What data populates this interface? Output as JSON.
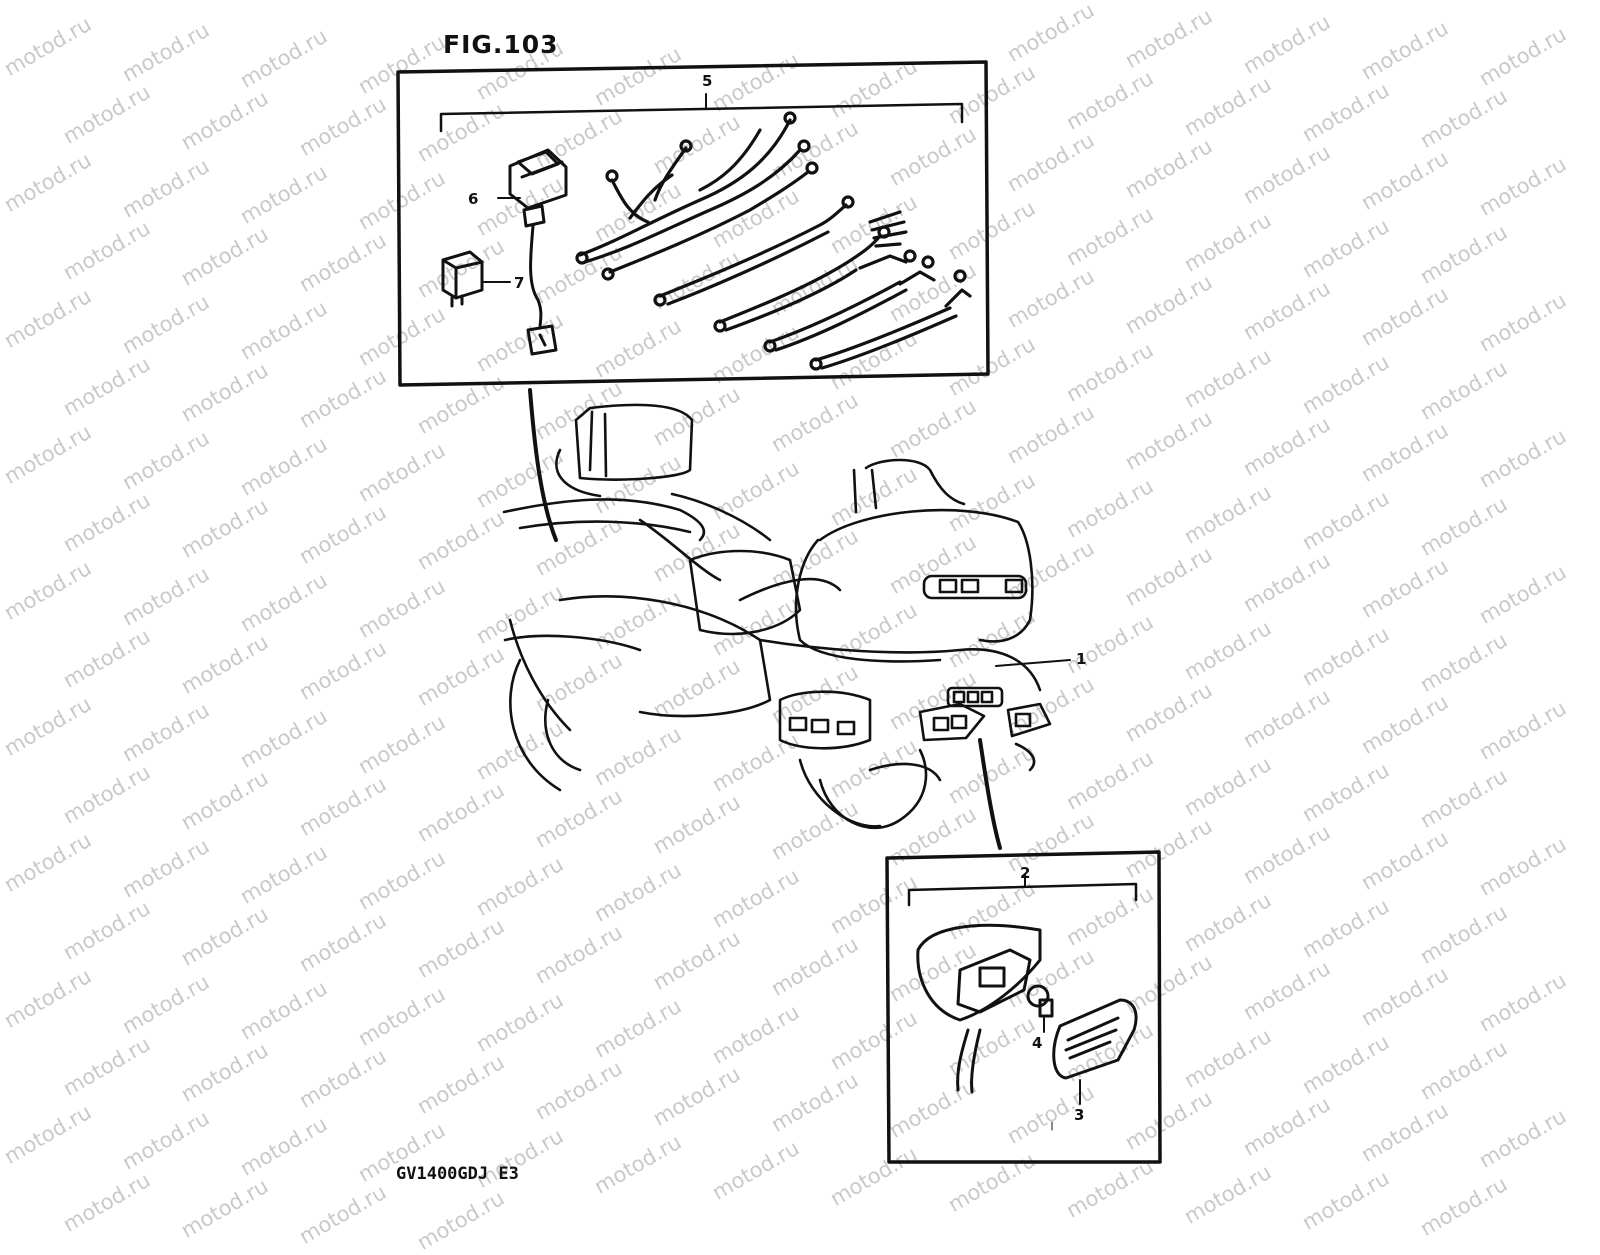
{
  "figure": {
    "title": "FIG.103",
    "model_code": "GV1400GDJ  E3"
  },
  "watermark": {
    "text": "motod.ru"
  },
  "callouts": [
    {
      "id": "1",
      "label": "1"
    },
    {
      "id": "2",
      "label": "2"
    },
    {
      "id": "3",
      "label": "3"
    },
    {
      "id": "4",
      "label": "4"
    },
    {
      "id": "5",
      "label": "5"
    },
    {
      "id": "6",
      "label": "6"
    },
    {
      "id": "7",
      "label": "7"
    }
  ],
  "colors": {
    "ink": "#111111",
    "watermark": "#b8b8b8",
    "background": "#ffffff"
  }
}
